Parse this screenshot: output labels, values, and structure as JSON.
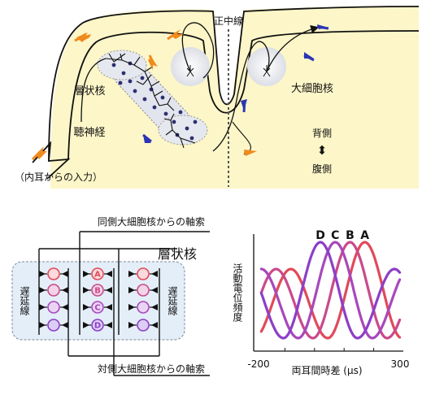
{
  "brainstem": {
    "midline": "正中線",
    "laminaris": "層状核",
    "magnocellularis": "大細胞核",
    "auditory_nerve": "聴神経",
    "input": "（内耳からの入力）",
    "dorsal": "背側",
    "ventral": "腹側",
    "arrow_ud": "⬍"
  },
  "circuit": {
    "title": "層状核",
    "ipsi_axon": "同側大細胞核からの軸索",
    "contra_axon": "対側大細胞核からの軸索",
    "delay_left": "遅延線",
    "delay_right": "遅延線",
    "neurons": [
      "A",
      "B",
      "C",
      "D"
    ]
  },
  "colors": {
    "orange": "#f08a1c",
    "blue": "#2b35b5",
    "yellow": "#fcf6c8",
    "A": "#e04a5a",
    "B": "#c94a8c",
    "C": "#a848bb",
    "D": "#8c3fc7"
  },
  "chart_data": {
    "type": "line",
    "xlabel": "両耳間時差 (µs)",
    "ylabel": "活動電位頻度",
    "xlim": [
      -200,
      300
    ],
    "x_ticks": [
      "-200",
      "300"
    ],
    "x_tick_values": [
      -200,
      300
    ],
    "series": [
      {
        "name": "D",
        "peak_us": 20
      },
      {
        "name": "C",
        "peak_us": 70
      },
      {
        "name": "B",
        "peak_us": 120
      },
      {
        "name": "A",
        "peak_us": 170
      }
    ],
    "period_us": 250
  }
}
